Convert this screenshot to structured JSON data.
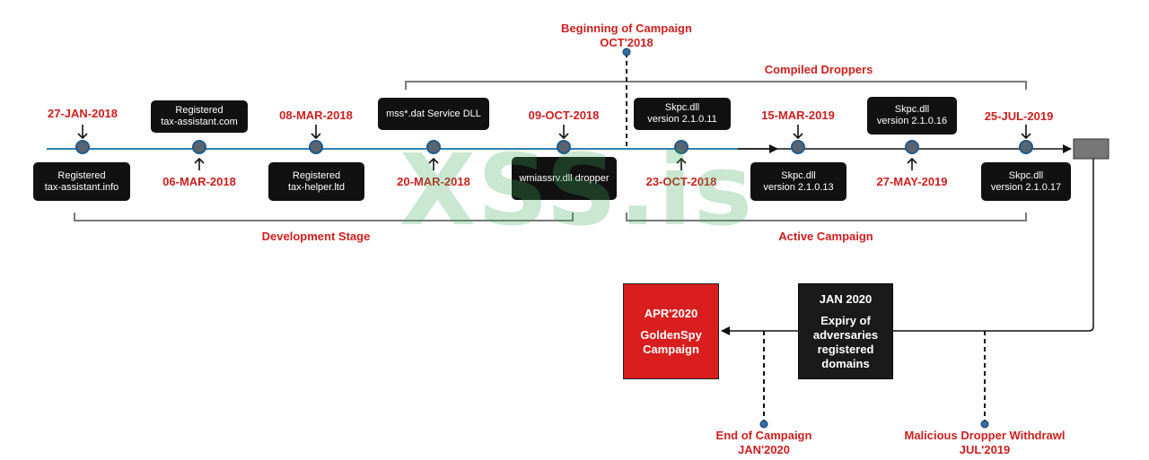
{
  "header": {
    "beginning_line1": "Beginning of Campaign",
    "beginning_line2": "OCT'2018"
  },
  "brackets": {
    "compiled_droppers": "Compiled Droppers",
    "development_stage": "Development Stage",
    "active_campaign": "Active Campaign"
  },
  "dates_top": {
    "d1": "27-JAN-2018",
    "d3": "08-MAR-2018",
    "d5": "09-OCT-2018",
    "d7": "15-MAR-2019",
    "d9": "25-JUL-2019"
  },
  "dates_bottom": {
    "d2": "06-MAR-2018",
    "d4": "20-MAR-2018",
    "d6": "23-OCT-2018",
    "d8": "27-MAY-2019"
  },
  "boxes_top": {
    "b2": [
      "Registered",
      "tax-assistant.com"
    ],
    "b4": [
      "mss*.dat Service DLL"
    ],
    "b6": [
      "Skpc.dll",
      "version 2.1.0.11"
    ],
    "b8": [
      "Skpc.dll",
      "version 2.1.0.16"
    ]
  },
  "boxes_bottom": {
    "b1": [
      "Registered",
      "tax-assistant.info"
    ],
    "b3": [
      "Registered",
      "tax-helper.ltd"
    ],
    "b5": [
      "wmiassrv.dll dropper"
    ],
    "b7": [
      "Skpc.dll",
      "version 2.1.0.13"
    ],
    "b9": [
      "Skpc.dll",
      "version 2.1.0.17"
    ]
  },
  "apr2020": [
    "APR'2020",
    "",
    "GoldenSpy",
    "Campaign"
  ],
  "jan2020": [
    "JAN 2020",
    "",
    "Expiry of",
    "adversaries",
    "registered",
    "domains"
  ],
  "footer": {
    "end_line1": "End of Campaign",
    "end_line2": "JAN'2020",
    "withdraw_line1": "Malicious Dropper Withdrawl",
    "withdraw_line2": "JUL'2019"
  },
  "watermark": "XSS.is",
  "colors": {
    "accent_red": "#cc1f1f",
    "timeline_blue": "#2f7fb5",
    "box_dark": "#111111",
    "apr_box": "#d81e1e",
    "node_fill": "#5a6470",
    "gray_bracket": "#7a7a7a"
  }
}
